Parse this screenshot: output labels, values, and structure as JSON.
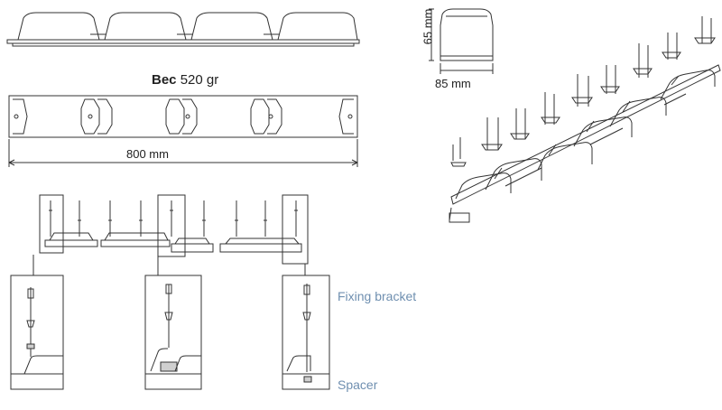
{
  "title": {
    "name": "Bec",
    "weight": "520 gr"
  },
  "dimensions": {
    "length": "800 mm",
    "height": "65 mm",
    "width": "85 mm"
  },
  "callouts": {
    "fixing_bracket": "Fixing bracket",
    "spacer": "Spacer"
  },
  "colors": {
    "line": "#333333",
    "callout": "#6f8fb0",
    "fill": "#ffffff",
    "shade": "#cfcfcf"
  }
}
